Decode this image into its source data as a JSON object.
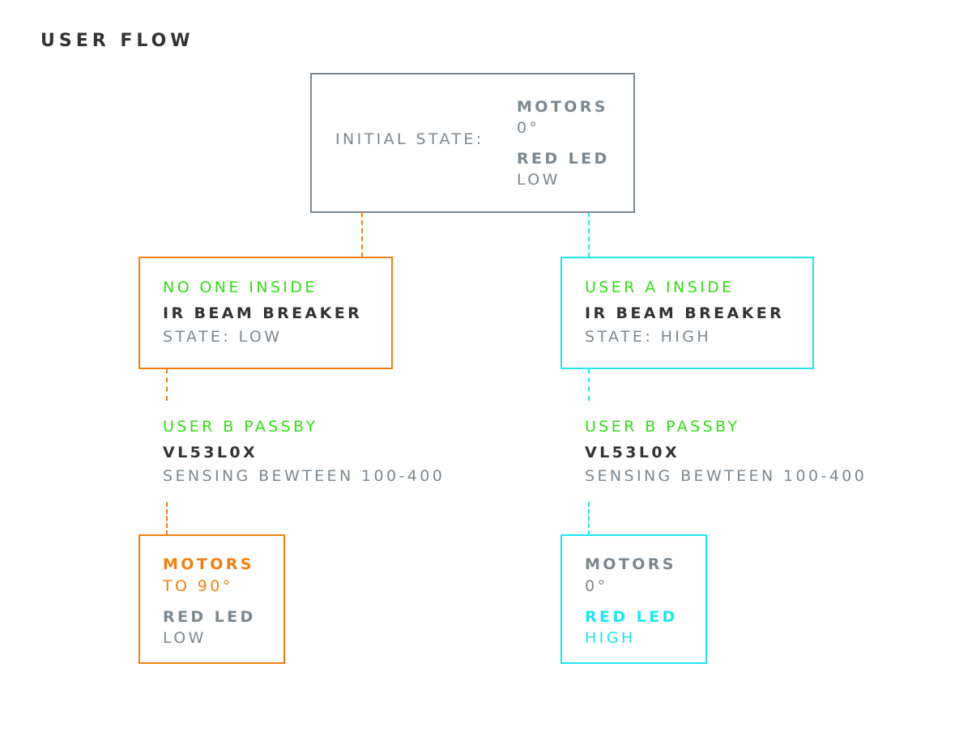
{
  "title": "USER FLOW",
  "colors": {
    "neutral": "#7b8790",
    "dark_text": "#333333",
    "event_green": "#33dd17",
    "branch_orange": "#f07f12",
    "branch_cyan": "#1ee5f0"
  },
  "initial": {
    "label": "INITIAL STATE:",
    "motors_label": "MOTORS",
    "motors_value": "0°",
    "led_label": "RED LED",
    "led_value": "LOW"
  },
  "left": {
    "condition": {
      "event": "NO ONE INSIDE",
      "sensor": "IR BEAM BREAKER",
      "state": "STATE: LOW"
    },
    "trigger": {
      "event": "USER B PASSBY",
      "sensor": "VL53L0X",
      "detail": "SENSING BEWTEEN 100-400"
    },
    "result": {
      "motors_label": "MOTORS",
      "motors_value": "TO 90°",
      "led_label": "RED LED",
      "led_value": "LOW"
    }
  },
  "right": {
    "condition": {
      "event": "USER A INSIDE",
      "sensor": "IR BEAM BREAKER",
      "state": "STATE: HIGH"
    },
    "trigger": {
      "event": "USER B PASSBY",
      "sensor": "VL53L0X",
      "detail": "SENSING BEWTEEN 100-400"
    },
    "result": {
      "motors_label": "MOTORS",
      "motors_value": "0°",
      "led_label": "RED LED",
      "led_value": "HIGH"
    }
  }
}
